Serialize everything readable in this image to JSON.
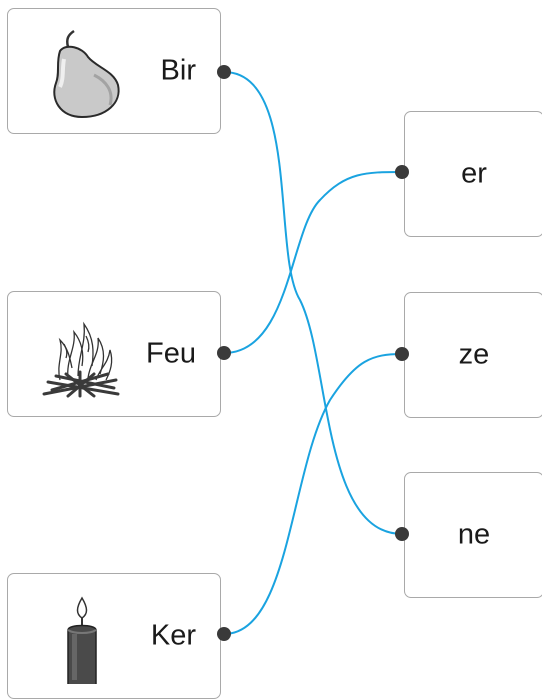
{
  "left_items": [
    {
      "word": "Bir",
      "icon": "pear-icon"
    },
    {
      "word": "Feu",
      "icon": "campfire-icon"
    },
    {
      "word": "Ker",
      "icon": "candle-icon"
    }
  ],
  "right_items": [
    {
      "word": "er"
    },
    {
      "word": "ze"
    },
    {
      "word": "ne"
    }
  ],
  "connections": [
    {
      "from": "Bir",
      "to": "ne"
    },
    {
      "from": "Feu",
      "to": "er"
    },
    {
      "from": "Ker",
      "to": "ze"
    }
  ],
  "colors": {
    "line": "#1aa3e0",
    "dot": "#3a3a3a",
    "border": "#a9a9a9"
  }
}
